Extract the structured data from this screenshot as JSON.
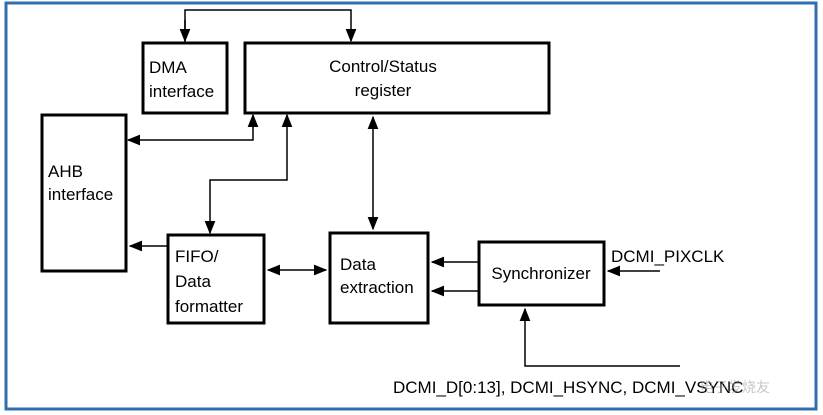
{
  "colors": {
    "frame_border": "#2f6fb0",
    "stroke": "#000000",
    "background": "#ffffff"
  },
  "blocks": {
    "dma": {
      "line1": "DMA",
      "line2": "interface"
    },
    "control_status": {
      "line1": "Control/Status",
      "line2": "register"
    },
    "ahb": {
      "line1": "AHB",
      "line2": "interface"
    },
    "fifo": {
      "line1": "FIFO/",
      "line2": "Data",
      "line3": "formatter"
    },
    "data_extraction": {
      "line1": "Data",
      "line2": "extraction"
    },
    "synchronizer": {
      "line1": "Synchronizer"
    }
  },
  "signals": {
    "pixclk": "DCMI_PIXCLK",
    "bus": "DCMI_D[0:13], DCMI_HSYNC, DCMI_VSYNC"
  },
  "watermark": "电子发烧友"
}
